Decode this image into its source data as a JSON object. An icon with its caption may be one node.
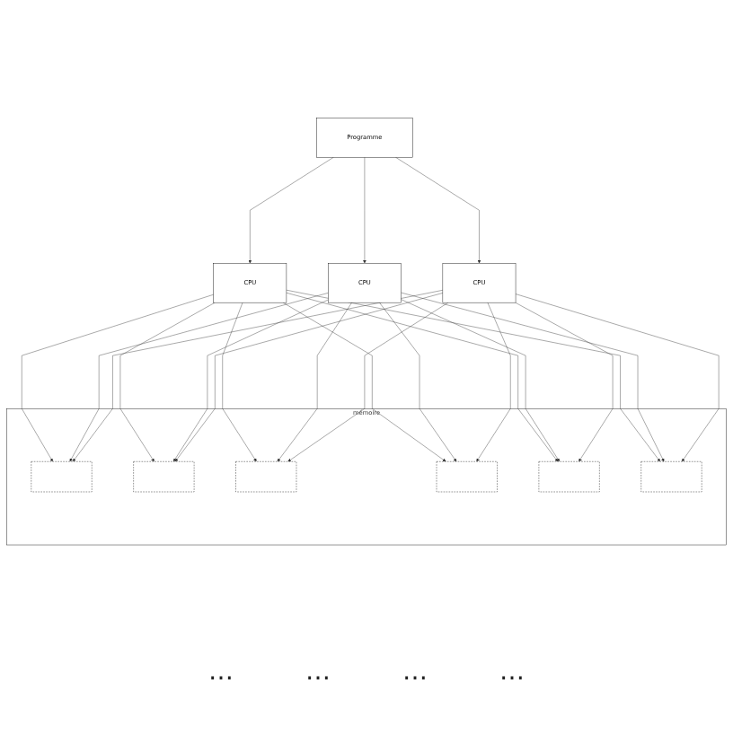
{
  "diagram": {
    "nodes": [
      {
        "text": [
          "Programme"
        ]
      },
      {
        "text": [
          "CPU"
        ]
      },
      {
        "text": [
          "CPU"
        ]
      },
      {
        "text": [
          "CPU"
        ]
      },
      {
        "text": [
          "mémoire"
        ]
      },
      {
        "text": [],
        "shape": "box",
        "in": 4
      },
      {
        "text": [],
        "shape": "box",
        "in": 4
      },
      {
        "text": [],
        "shape": "box",
        "in": 4
      },
      {
        "text": [],
        "shape": "box",
        "in": 4
      },
      {
        "text": [],
        "shape": "box",
        "in": 4
      },
      {
        "text": [],
        "shape": "box",
        "in": 4
      }
    ],
    "edges": [
      {
        "from": 0,
        "to": 1,
        "arrow": "to"
      },
      {
        "from": 0,
        "to": 2,
        "arrow": "to"
      },
      {
        "from": 0,
        "to": 3,
        "arrow": "to"
      },
      {
        "from": 1,
        "to": 5,
        "arrow": "to"
      },
      {
        "from": 1,
        "to": 6,
        "arrow": "to"
      },
      {
        "from": 1,
        "to": 7,
        "arrow": "to"
      },
      {
        "from": 1,
        "to": 8,
        "arrow": "to"
      },
      {
        "from": 1,
        "to": 9,
        "arrow": "to"
      },
      {
        "from": 1,
        "to": 10,
        "arrow": "to"
      },
      {
        "from": 2,
        "to": 5,
        "arrow": "to"
      },
      {
        "from": 2,
        "to": 6,
        "arrow": "to"
      },
      {
        "from": 2,
        "to": 7,
        "arrow": "to"
      },
      {
        "from": 2,
        "to": 8,
        "arrow": "to"
      },
      {
        "from": 2,
        "to": 9,
        "arrow": "to"
      },
      {
        "from": 2,
        "to": 10,
        "arrow": "to"
      },
      {
        "from": 3,
        "to": 5,
        "arrow": "to"
      },
      {
        "from": 3,
        "to": 6,
        "arrow": "to"
      },
      {
        "from": 3,
        "to": 7,
        "arrow": "to"
      },
      {
        "from": 3,
        "to": 8,
        "arrow": "to"
      },
      {
        "from": 3,
        "to": 9,
        "arrow": "to"
      },
      {
        "from": 3,
        "to": 10,
        "arrow": "to"
      }
    ],
    "labels": [
      "⋯",
      "⋯",
      "⋯",
      "⋯"
    ]
  }
}
